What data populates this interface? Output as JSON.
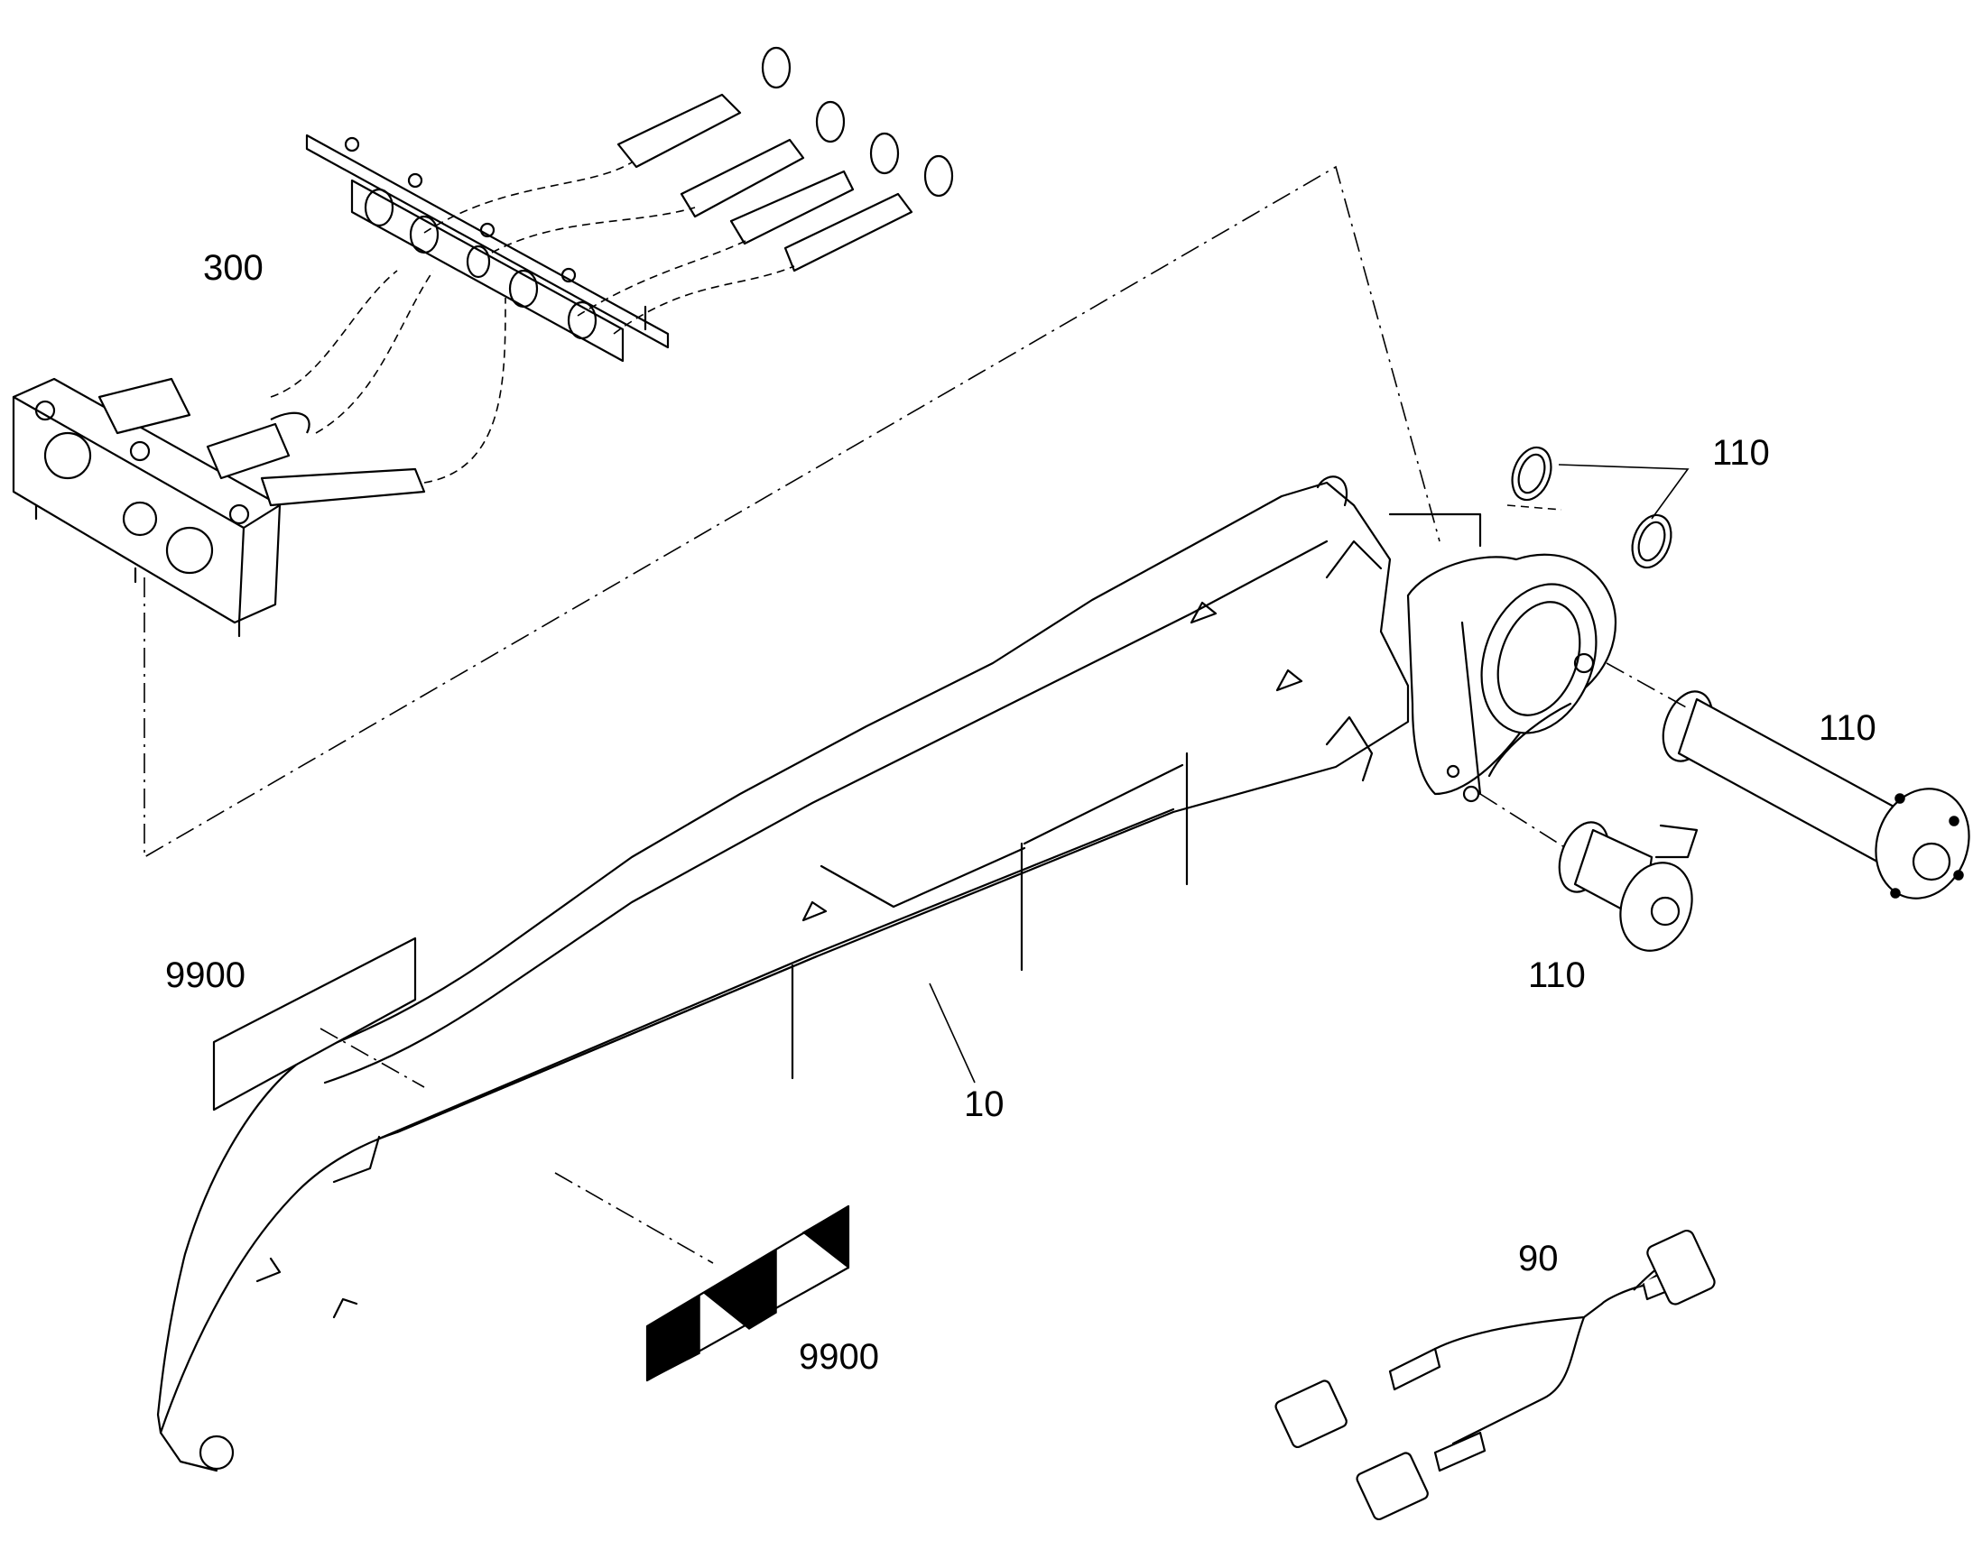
{
  "callouts": {
    "boom": "10",
    "harness": "90",
    "pin_top_ring": "110",
    "pin_right": "110",
    "pin_bottom": "110",
    "manifold": "300",
    "decal_plain": "9900",
    "decal_striped": "9900"
  }
}
